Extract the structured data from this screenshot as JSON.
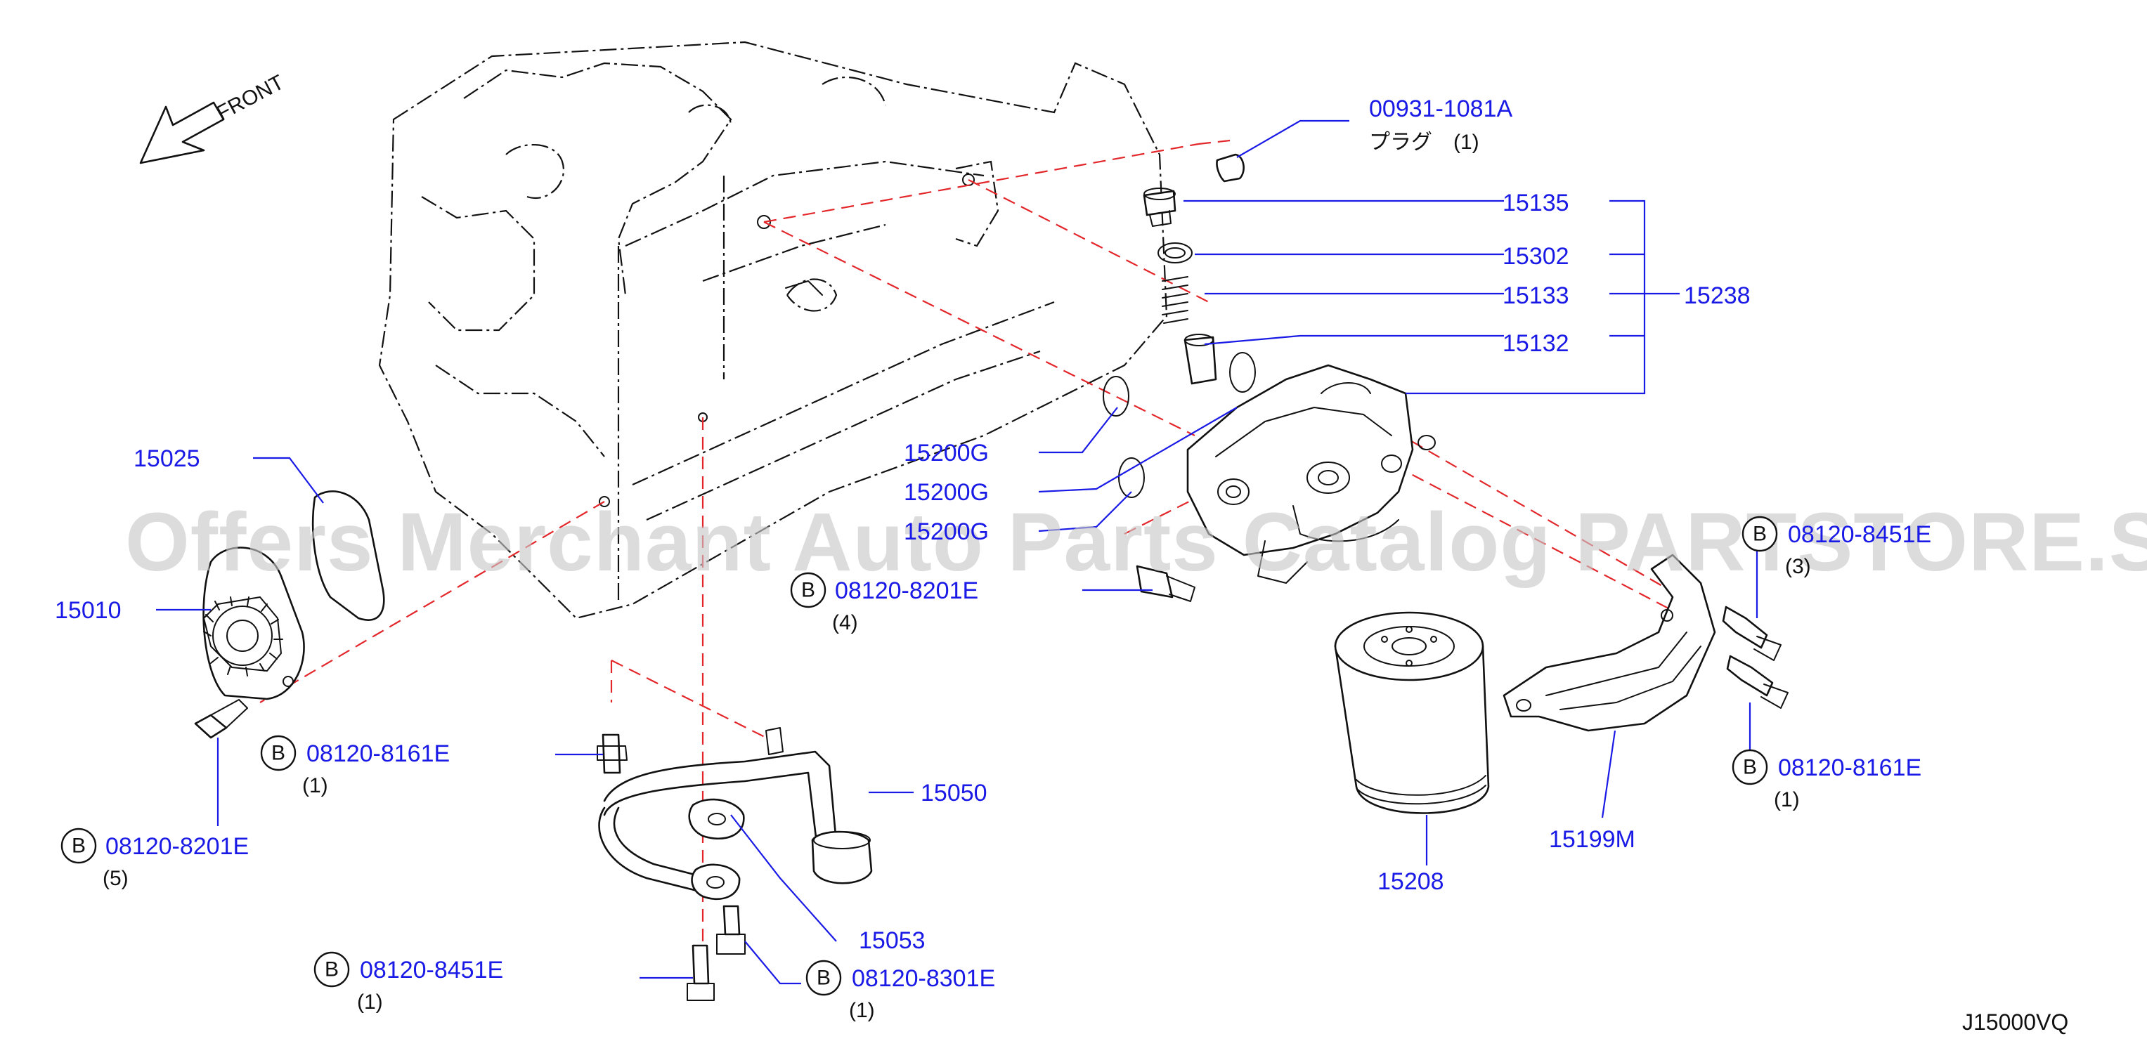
{
  "diagram": {
    "front_label": "FRONT",
    "diagram_code": "J15000VQ",
    "watermark": "Offers Merchant Auto Parts Catalog PARTSTORE.SA",
    "bolt_badge_letter": "B"
  },
  "parts": {
    "plug": {
      "number": "00931-1081A",
      "name": "プラグ",
      "qty": "(1)"
    },
    "p15135": {
      "number": "15135"
    },
    "p15302": {
      "number": "15302"
    },
    "p15133": {
      "number": "15133"
    },
    "p15132": {
      "number": "15132"
    },
    "p15238": {
      "number": "15238"
    },
    "p15025": {
      "number": "15025"
    },
    "p15010": {
      "number": "15010"
    },
    "gasket1": {
      "number": "15200G"
    },
    "gasket2": {
      "number": "15200G"
    },
    "gasket3": {
      "number": "15200G"
    },
    "bolt_8201_4": {
      "number": "08120-8201E",
      "qty": "(4)"
    },
    "bolt_8451_right": {
      "number": "08120-8451E",
      "qty": "(3)"
    },
    "bolt_8161_right": {
      "number": "08120-8161E",
      "qty": "(1)"
    },
    "bolt_8161_left": {
      "number": "08120-8161E",
      "qty": "(1)"
    },
    "bolt_8201_5": {
      "number": "08120-8201E",
      "qty": "(5)"
    },
    "bolt_8451_bottom": {
      "number": "08120-8451E",
      "qty": "(1)"
    },
    "bolt_8301": {
      "number": "08120-8301E",
      "qty": "(1)"
    },
    "p15050": {
      "number": "15050"
    },
    "p15053": {
      "number": "15053"
    },
    "p15208": {
      "number": "15208"
    },
    "p15199M": {
      "number": "15199M"
    }
  }
}
